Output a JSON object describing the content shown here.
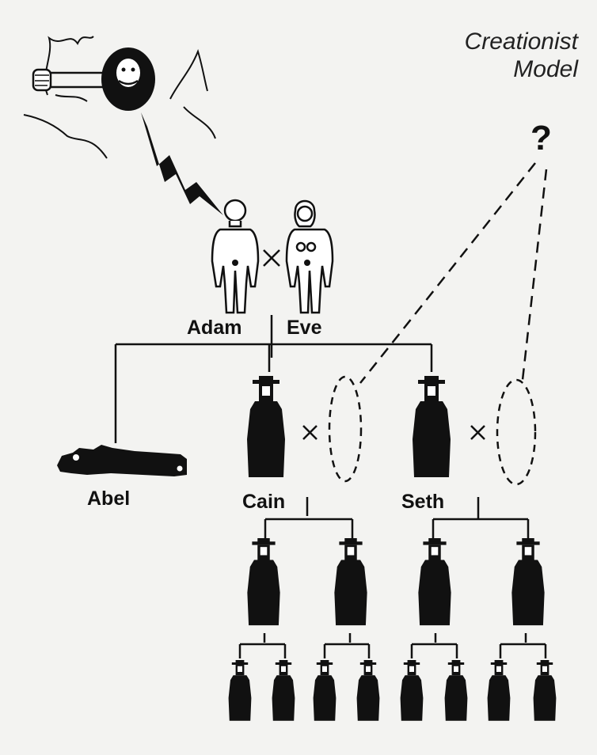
{
  "title": {
    "line1": "Creationist",
    "line2": "Model"
  },
  "unknown_mark": "?",
  "labels": {
    "adam": "Adam",
    "eve": "Eve",
    "abel": "Abel",
    "cain": "Cain",
    "seth": "Seth"
  },
  "cross_symbol": "×",
  "icons": {
    "creator": "bearded-creator-in-clouds-icon",
    "lightning": "lightning-bolt-icon",
    "adam": "man-outline-icon",
    "eve": "woman-outline-icon",
    "abel": "lying-figure-icon",
    "robed_figure": "robed-figure-icon",
    "unknown_spouse": "dashed-oval-unknown-wife-icon"
  },
  "colors": {
    "background": "#f3f3f1",
    "ink": "#111111"
  }
}
